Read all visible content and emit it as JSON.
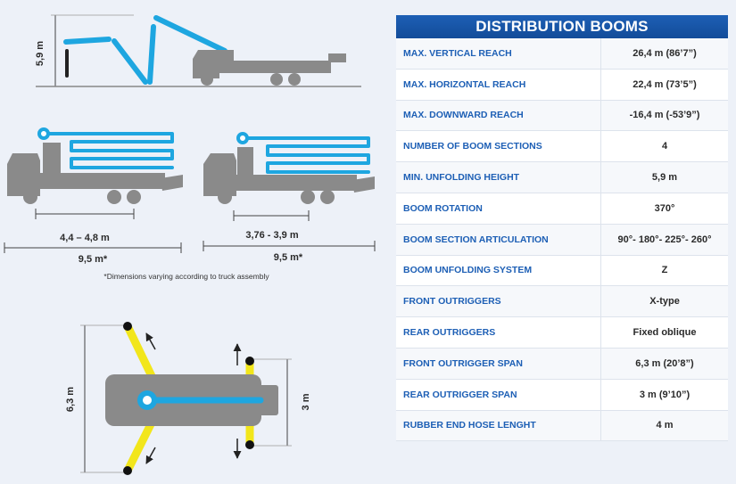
{
  "diagrams": {
    "side_height": "5,9 m",
    "wheelbase_left": "4,4 – 4,8 m",
    "length_left": "9,5 m*",
    "wheelbase_right": "3,76 - 3,9 m",
    "length_right": "9,5 m*",
    "footnote": "*Dimensions varying according to truck assembly",
    "front_span": "6,3 m",
    "rear_span": "3 m"
  },
  "table": {
    "title": "DISTRIBUTION BOOMS",
    "rows": [
      {
        "label": "MAX. VERTICAL REACH",
        "value": "26,4 m (86’7”)"
      },
      {
        "label": "MAX. HORIZONTAL REACH",
        "value": "22,4 m (73’5”)"
      },
      {
        "label": "MAX. DOWNWARD REACH",
        "value": "-16,4 m (-53’9”)"
      },
      {
        "label": "NUMBER OF BOOM SECTIONS",
        "value": "4"
      },
      {
        "label": "MIN. UNFOLDING HEIGHT",
        "value": "5,9 m"
      },
      {
        "label": "BOOM ROTATION",
        "value": "370°"
      },
      {
        "label": "BOOM SECTION ARTICULATION",
        "value": "90°- 180°- 225°- 260°"
      },
      {
        "label": "BOOM UNFOLDING SYSTEM",
        "value": "Z"
      },
      {
        "label": "FRONT OUTRIGGERS",
        "value": "X-type"
      },
      {
        "label": "REAR OUTRIGGERS",
        "value": "Fixed oblique"
      },
      {
        "label": "FRONT OUTRIGGER SPAN",
        "value": "6,3 m (20’8”)"
      },
      {
        "label": "REAR OUTRIGGER SPAN",
        "value": "3 m (9’10”)"
      },
      {
        "label": "RUBBER END HOSE LENGHT",
        "value": "4 m"
      }
    ]
  },
  "colors": {
    "boom": "#1ea6e0",
    "truck": "#8a8a8a",
    "outrigger": "#f2e61b",
    "header": "#1d5fb5"
  }
}
